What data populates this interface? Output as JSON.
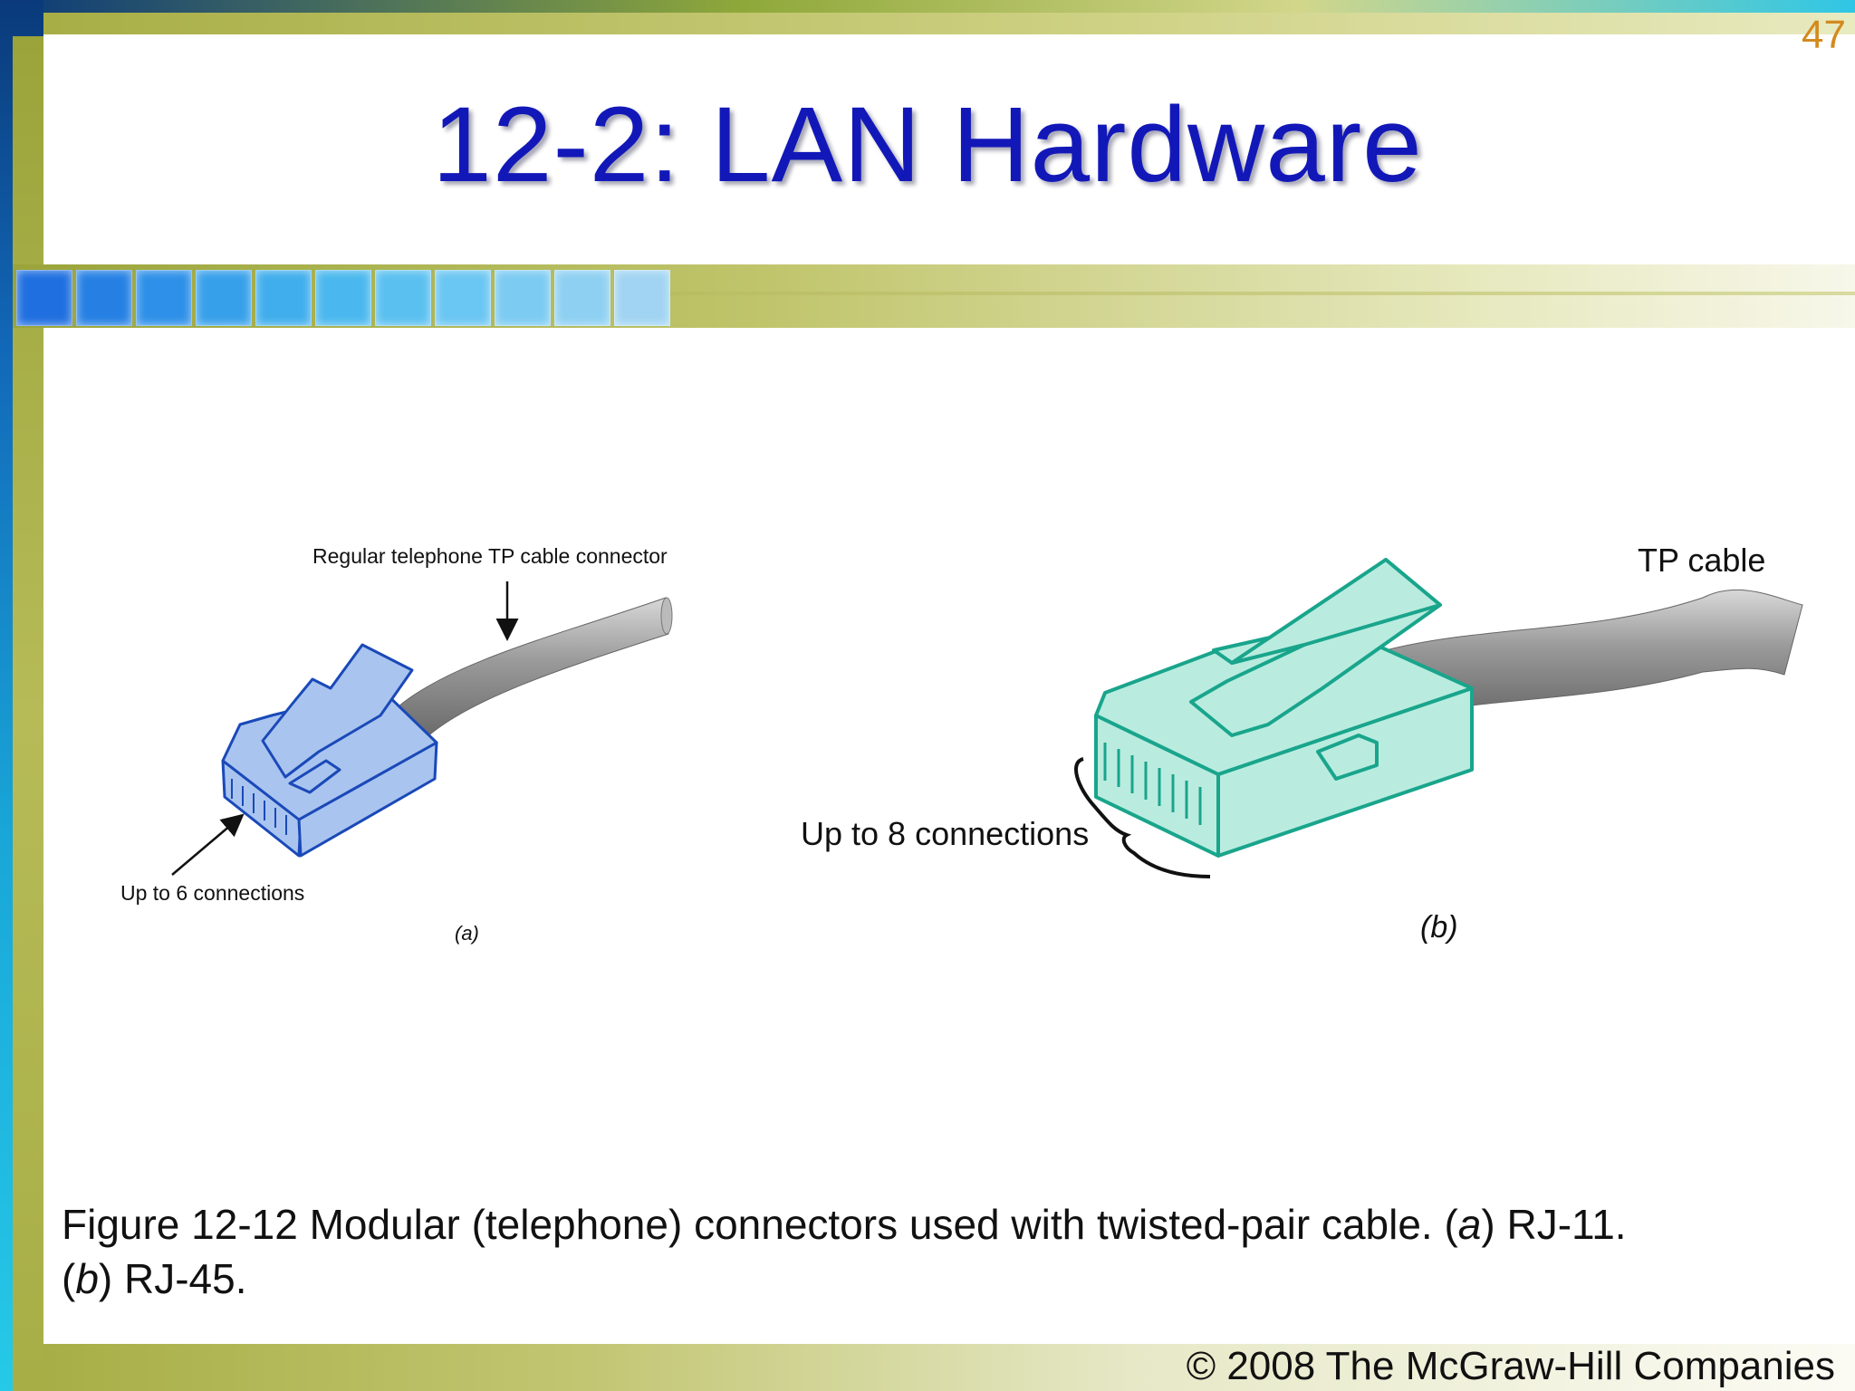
{
  "slide": {
    "number": "47",
    "title": "12-2: LAN Hardware",
    "square_colors": [
      "#1f6fe0",
      "#2680e4",
      "#2e90e8",
      "#37a0ea",
      "#40aeec",
      "#4ab8ee",
      "#5ac0f0",
      "#6ac6f2",
      "#7bcbf2",
      "#8ed0f2",
      "#a1d4f2"
    ]
  },
  "figure": {
    "a": {
      "top_label": "Regular telephone TP cable connector",
      "bottom_label": "Up to 6 connections",
      "part_label": "(a)",
      "connector_color": "#a9c4ef",
      "outline_color": "#1a49b8"
    },
    "b": {
      "top_label": "TP cable",
      "side_label": "Up to 8 connections",
      "part_label": "(b)",
      "connector_color": "#b9ecdf",
      "outline_color": "#19a58c"
    }
  },
  "caption": {
    "text": "Figure 12-12 Modular (telephone) connectors used with twisted-pair cable. (",
    "a_italic": "a",
    "mid": ") RJ-11.",
    "b_open": "(",
    "b_italic": "b",
    "end": ") RJ-45."
  },
  "footer": {
    "copyright": "© 2008 The McGraw-Hill Companies"
  }
}
